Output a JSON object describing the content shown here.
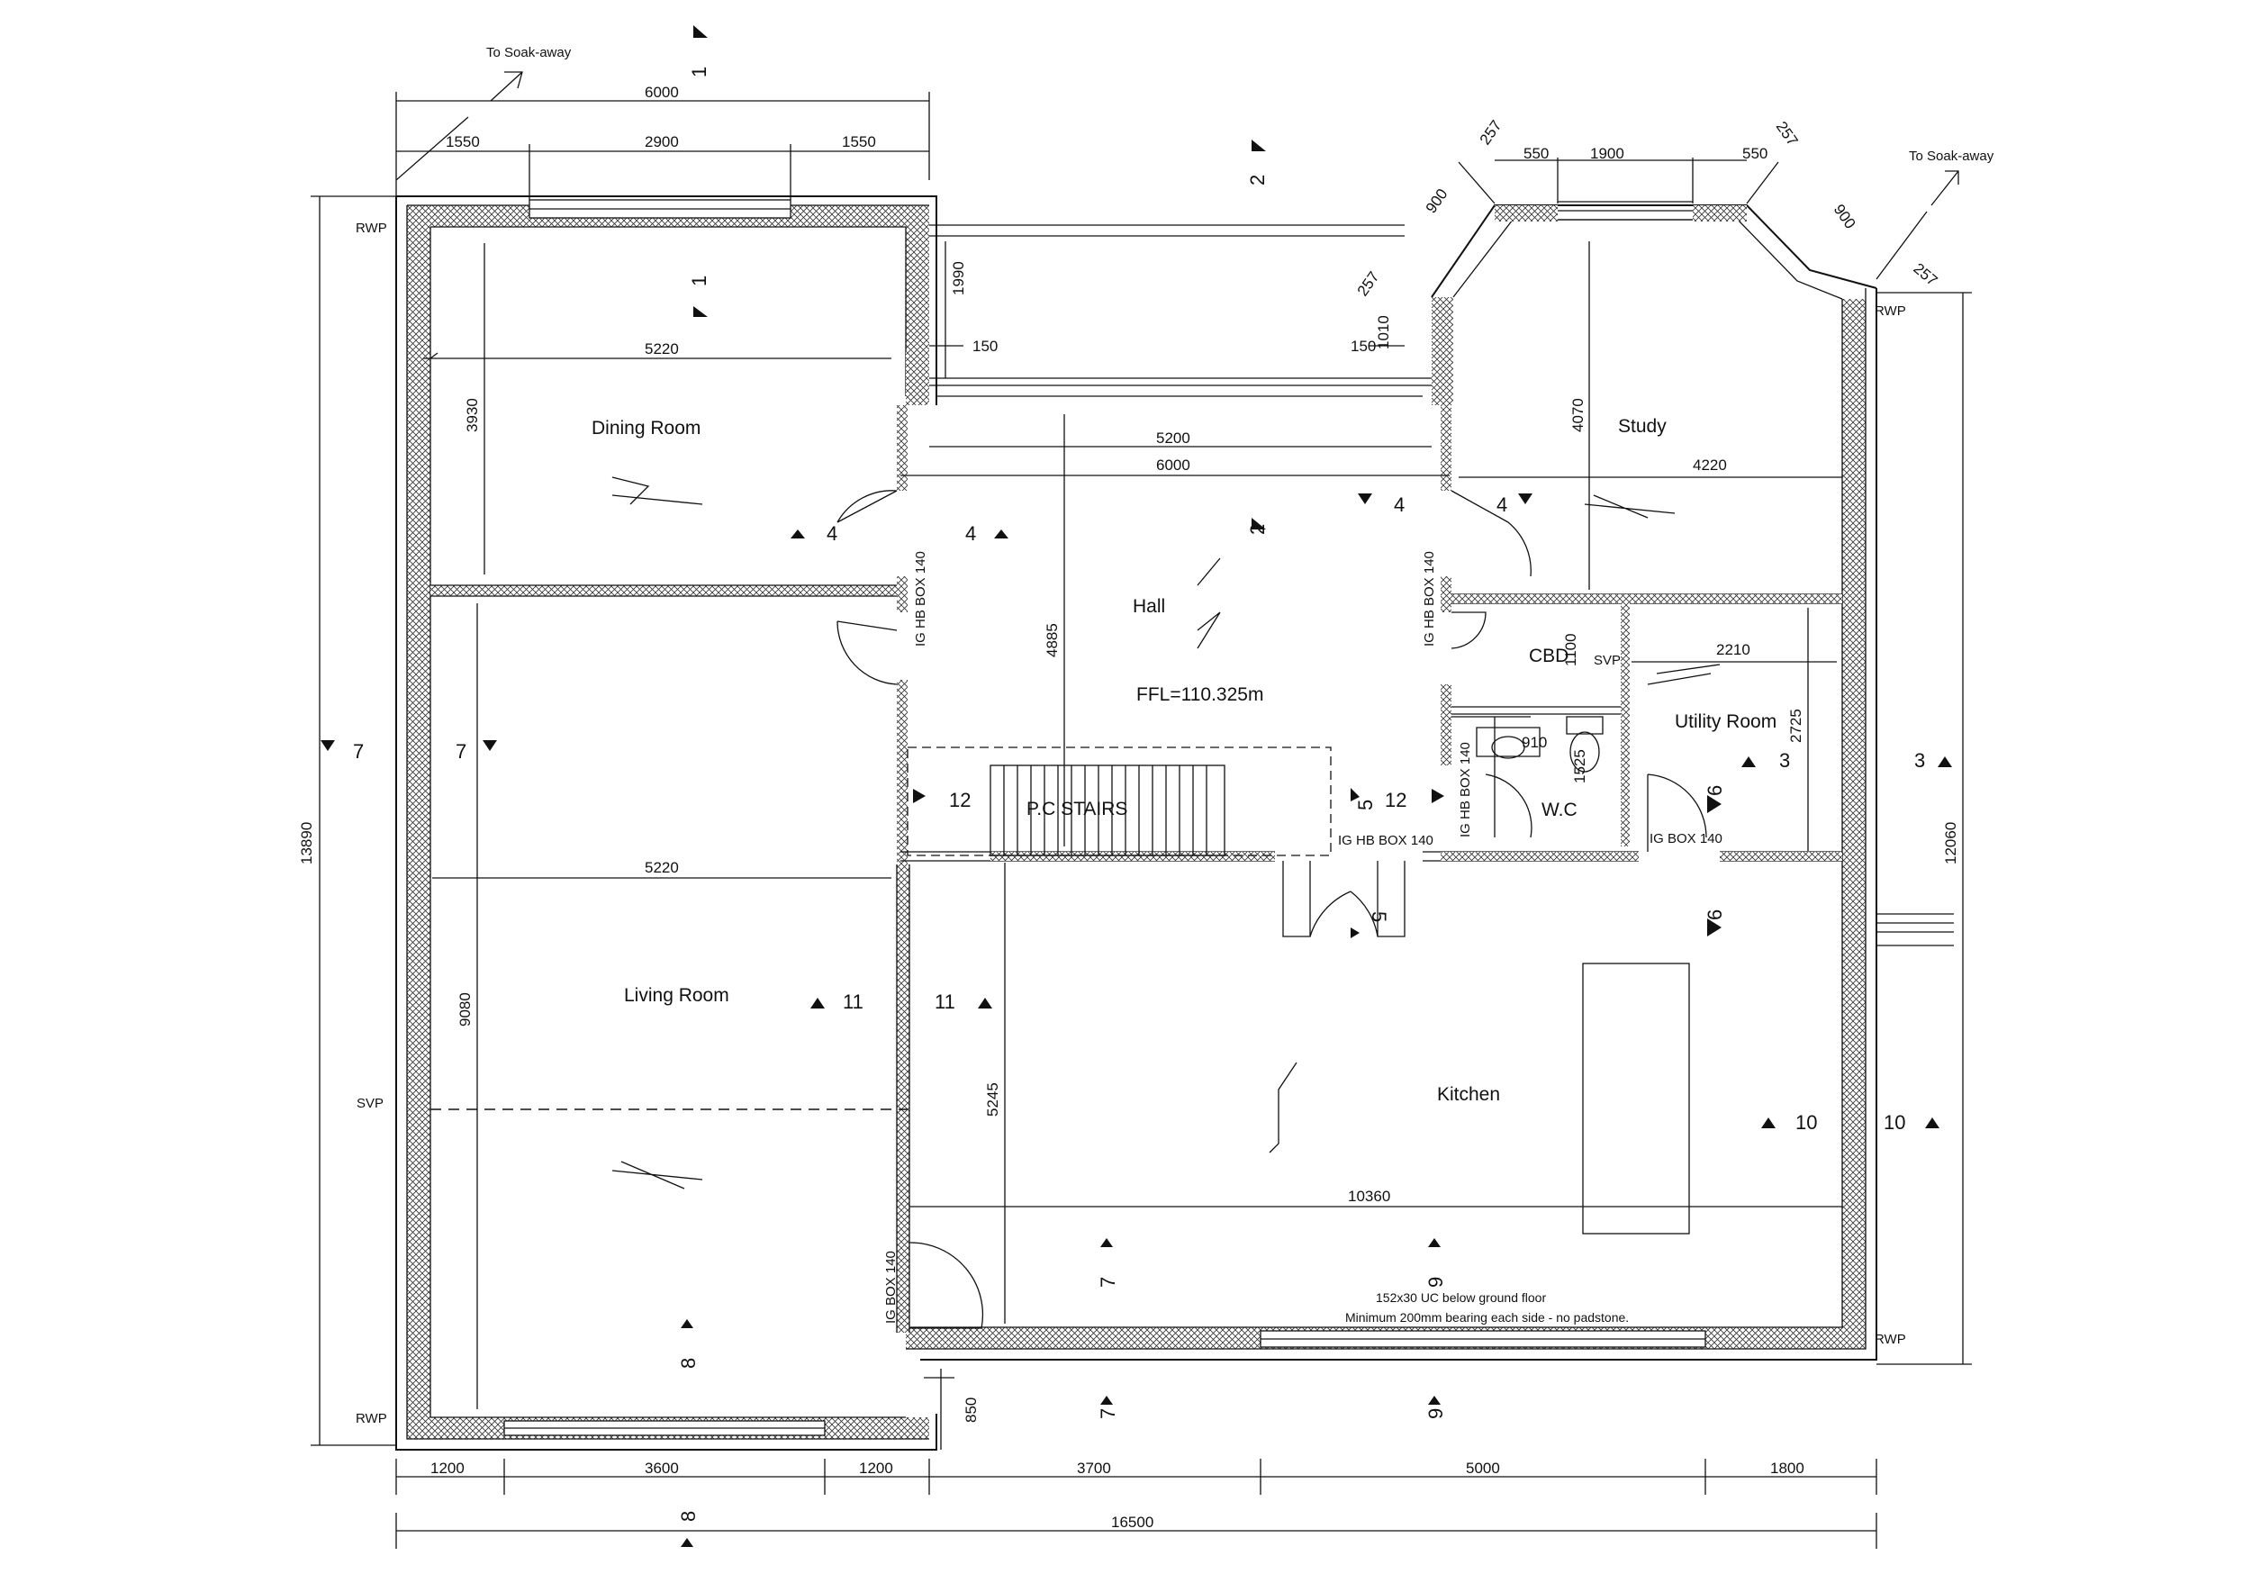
{
  "annotations": {
    "soakaway_left": "To Soak-away",
    "soakaway_right": "To Soak-away",
    "rwp": "RWP",
    "svp": "SVP",
    "ffl": "FFL=110.325m",
    "steel_note_1": "152x30 UC below ground floor",
    "steel_note_2": "Minimum 200mm bearing each side - no padstone.",
    "ig_hb_box": "IG HB BOX 140",
    "ig_box": "IG BOX 140",
    "stairs": "P.C STAIRS"
  },
  "rooms": {
    "dining": "Dining Room",
    "study": "Study",
    "hall": "Hall",
    "cbd": "CBD",
    "utility": "Utility Room",
    "wc": "W.C",
    "living": "Living Room",
    "kitchen": "Kitchen"
  },
  "dimensions": {
    "top_overall": "6000",
    "top_1550": "1550",
    "top_2900": "2900",
    "bay_257": "257",
    "bay_550": "550",
    "bay_1900": "1900",
    "bay_900": "900",
    "d_1990": "1990",
    "d_150": "150",
    "d_1010": "1010",
    "d_5220": "5220",
    "d_3930": "3930",
    "d_5200": "5200",
    "d_6000": "6000",
    "d_4070": "4070",
    "d_4220": "4220",
    "d_4885": "4885",
    "d_1100": "1100",
    "d_2210": "2210",
    "d_2725": "2725",
    "d_910": "910",
    "d_1525": "1525",
    "d_13890": "13890",
    "d_12060": "12060",
    "d_9080": "9080",
    "d_5245": "5245",
    "d_10360": "10360",
    "d_850": "850",
    "b_1200": "1200",
    "b_3600": "3600",
    "b_3700": "3700",
    "b_5000": "5000",
    "b_1800": "1800",
    "overall": "16500"
  },
  "sections": {
    "s1": "1",
    "s2": "2",
    "s3": "3",
    "s4": "4",
    "s5": "5",
    "s6": "6",
    "s7": "7",
    "s8": "8",
    "s9": "9",
    "s10": "10",
    "s11": "11",
    "s12": "12"
  }
}
